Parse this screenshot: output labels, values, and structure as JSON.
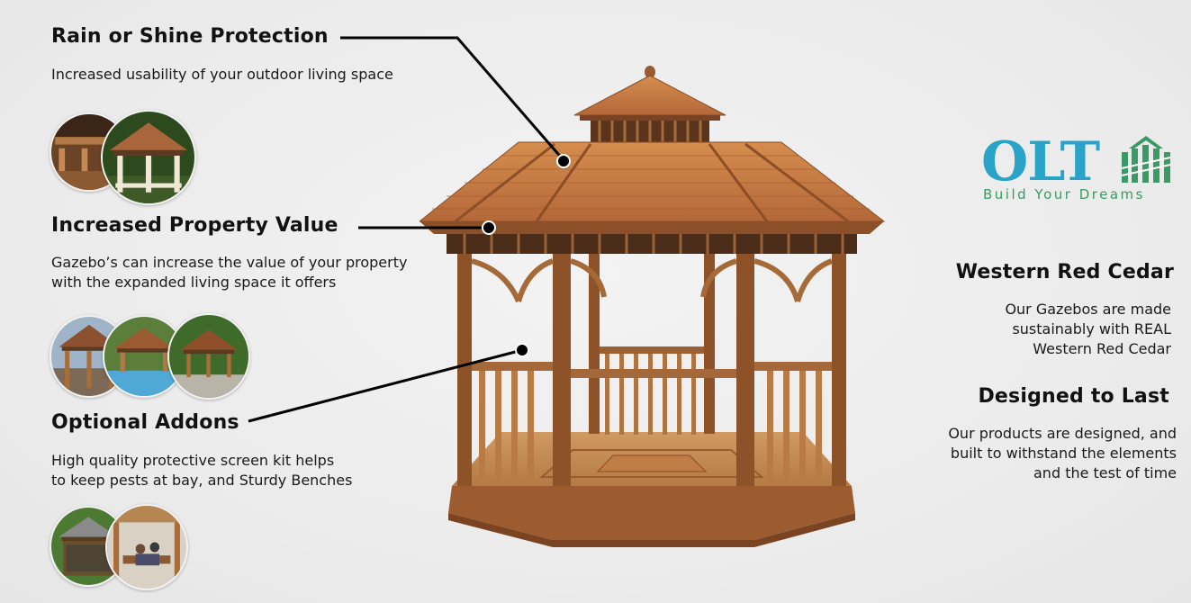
{
  "colors": {
    "logo_blue": "#2aa3c9",
    "logo_green": "#3a9a66",
    "wood": "#a0602a",
    "shingle": "#c27a3e"
  },
  "left_features": [
    {
      "title": "Rain or Shine Protection",
      "text": [
        "Increased usability of your outdoor living space"
      ]
    },
    {
      "title": "Increased Property Value",
      "text": [
        "Gazebo’s can increase the value of your property",
        "with the expanded living space it offers"
      ]
    },
    {
      "title": "Optional Addons",
      "text": [
        "High quality protective screen kit helps",
        "to keep pests at bay, and Sturdy Benches"
      ]
    }
  ],
  "logo": {
    "brand": "OLT",
    "tagline": "Build Your Dreams",
    "icon": "building-logo-icon"
  },
  "right_features": [
    {
      "title": "Western Red Cedar",
      "text": [
        "Our Gazebos are made",
        "sustainably with REAL",
        "Western Red Cedar"
      ]
    },
    {
      "title": "Designed to Last",
      "text": [
        "Our products are designed, and",
        "built to withstand the elements",
        "and the test of time"
      ]
    }
  ],
  "images": {
    "main": "octagonal-cedar-gazebo-photo",
    "group1": [
      "gazebo-detail-photo",
      "gazebo-roof-photo"
    ],
    "group2": [
      "gazebo-patio-photo",
      "gazebo-poolside-photo",
      "gazebo-garden-photo"
    ],
    "group3": [
      "gazebo-screen-kit-photo",
      "gazebo-bench-photo"
    ]
  }
}
